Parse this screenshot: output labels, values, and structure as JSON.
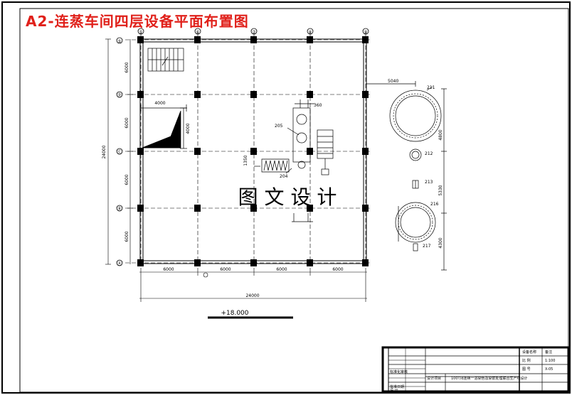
{
  "title": "A2-连蒸车间四层设备平面布置图",
  "watermark": "图 文 设 计",
  "level": "+18.000",
  "grid_top_labels": [
    "⑤",
    "⑥",
    "⑦",
    "⑧",
    "⑨"
  ],
  "grid_left_labels": [
    "⑤",
    "Ⓓ",
    "Ⓒ",
    "Ⓑ",
    "Ⓐ"
  ],
  "bottom_spans": [
    "6000",
    "6000",
    "6000",
    "6000"
  ],
  "bottom_total": "24000",
  "left_spans": [
    "6000",
    "6000",
    "6000",
    "6000"
  ],
  "left_total": "24000",
  "dims": {
    "stair_w": "4000",
    "stair_h": "4000",
    "d360": "360",
    "d1350": "1350",
    "d5040": "5040",
    "d4800": "4800",
    "d5330": "5330",
    "d4300": "4300"
  },
  "equipment_tags": [
    "205",
    "204",
    "211",
    "212",
    "213",
    "216",
    "217"
  ],
  "title_block": {
    "row1": [
      "设计项目",
      "",
      "",
      "设备名称",
      "",
      "备注"
    ],
    "left_col": [
      "",
      "",
      "",
      "标准化审核",
      "",
      "",
      "",
      "批准日期",
      "设 计"
    ],
    "project": "100T/d连续一浴染色及染前处理联合生产线设计",
    "scale_label": "比 例",
    "scale_value": "1:100",
    "drawing_no_label": "图 号",
    "drawing_no_value": "X-05"
  },
  "colors": {
    "title": "#e0201a",
    "line": "#000000"
  }
}
